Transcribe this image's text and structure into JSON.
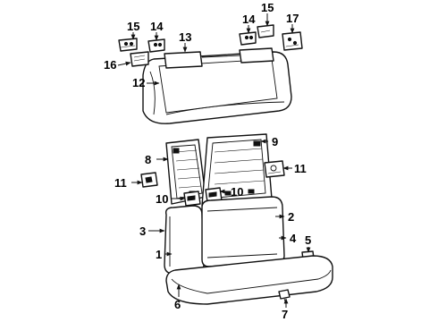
{
  "callouts": [
    {
      "id": "c1",
      "text": "1"
    },
    {
      "id": "c2",
      "text": "2"
    },
    {
      "id": "c3",
      "text": "3"
    },
    {
      "id": "c4",
      "text": "4"
    },
    {
      "id": "c5",
      "text": "5"
    },
    {
      "id": "c6",
      "text": "6"
    },
    {
      "id": "c7",
      "text": "7"
    },
    {
      "id": "c8",
      "text": "8"
    },
    {
      "id": "c9",
      "text": "9"
    },
    {
      "id": "c10a",
      "text": "10"
    },
    {
      "id": "c10b",
      "text": "10"
    },
    {
      "id": "c11a",
      "text": "11"
    },
    {
      "id": "c11b",
      "text": "11"
    },
    {
      "id": "c12",
      "text": "12"
    },
    {
      "id": "c13",
      "text": "13"
    },
    {
      "id": "c14a",
      "text": "14"
    },
    {
      "id": "c14b",
      "text": "14"
    },
    {
      "id": "c15a",
      "text": "15"
    },
    {
      "id": "c15b",
      "text": "15"
    },
    {
      "id": "c16",
      "text": "16"
    },
    {
      "id": "c17",
      "text": "17"
    }
  ]
}
